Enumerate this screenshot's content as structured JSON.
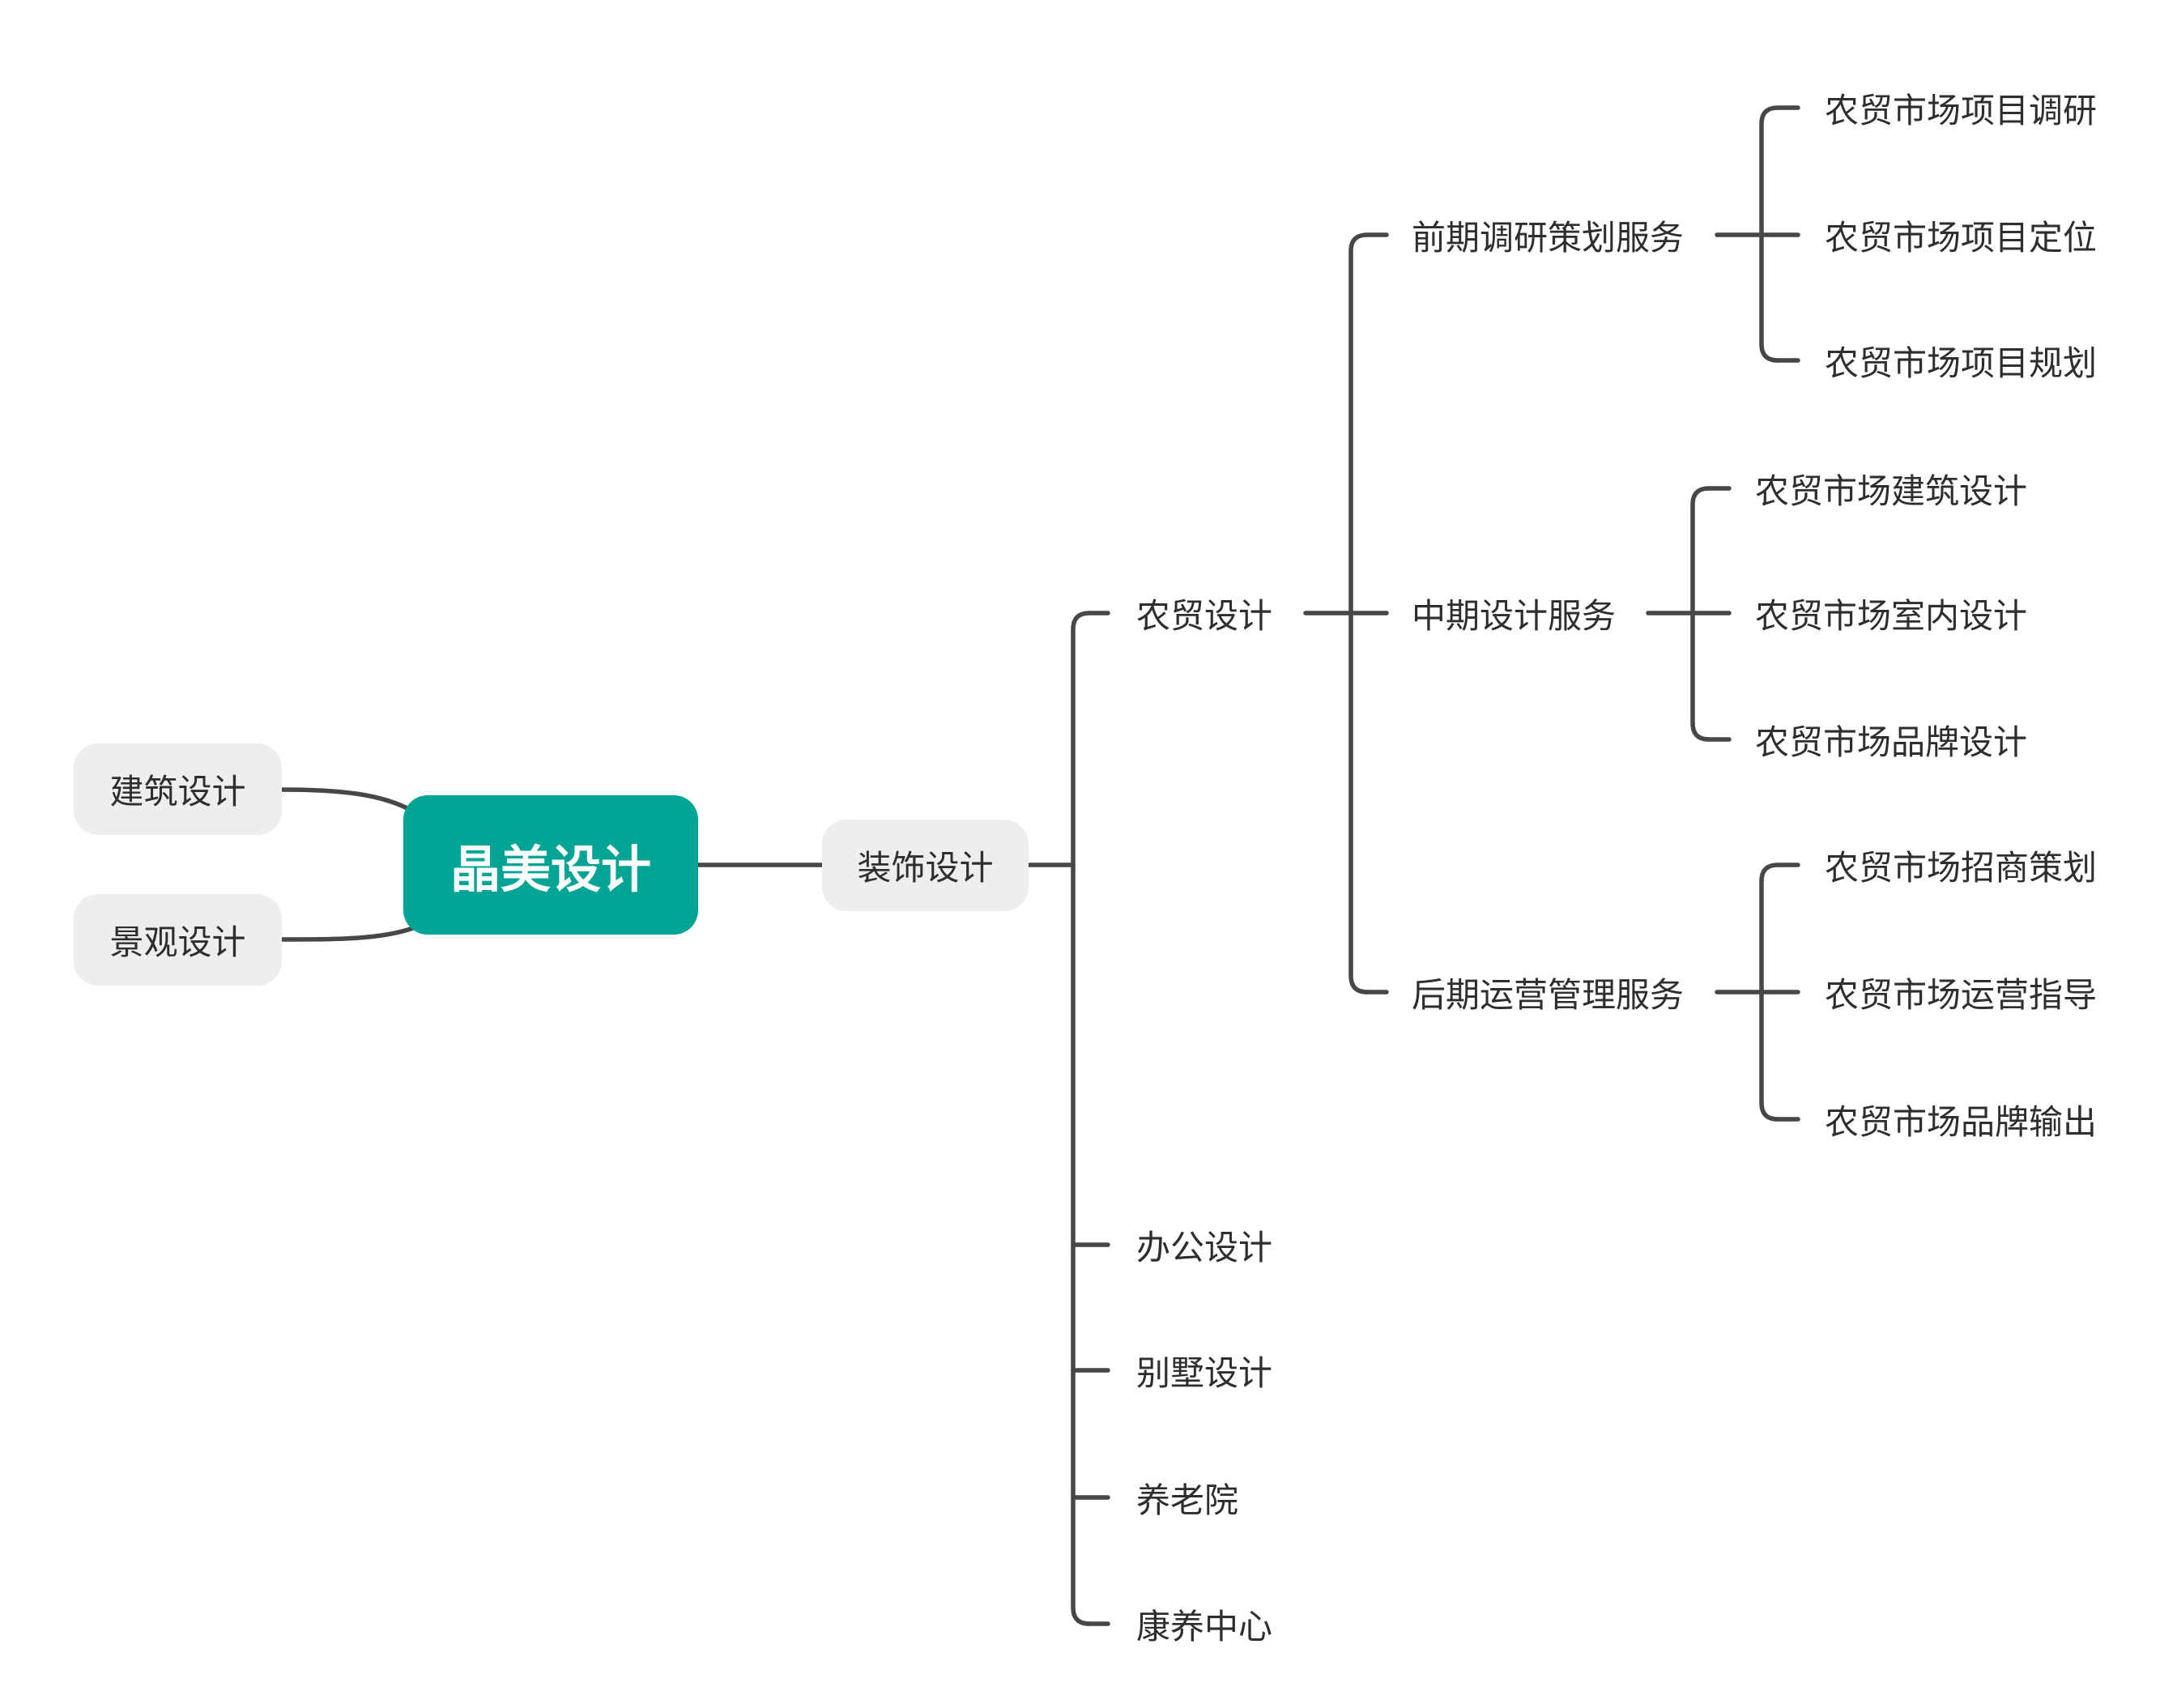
{
  "root": {
    "label": "晶美设计"
  },
  "left_branches": [
    {
      "label": "建筑设计"
    },
    {
      "label": "景观设计"
    }
  ],
  "decoration": {
    "label": "装饰设计",
    "children": [
      {
        "label": "农贸设计",
        "phases": [
          {
            "label": "前期调研策划服务",
            "items": [
              "农贸市场项目调研",
              "农贸市场项目定位",
              "农贸市场项目规划"
            ]
          },
          {
            "label": "中期设计服务",
            "items": [
              "农贸市场建筑设计",
              "农贸市场室内设计",
              "农贸市场品牌设计"
            ]
          },
          {
            "label": "后期运营管理服务",
            "items": [
              "农贸市场招商策划",
              "农贸市场运营指导",
              "农贸市场品牌输出"
            ]
          }
        ]
      },
      {
        "label": "办公设计"
      },
      {
        "label": "别墅设计"
      },
      {
        "label": "养老院"
      },
      {
        "label": "康养中心"
      }
    ]
  },
  "colors": {
    "root_fill": "#00a495",
    "root_text": "#ffffff",
    "box_fill": "#eeeeee",
    "line": "#474747",
    "text": "#2e2e2e"
  }
}
